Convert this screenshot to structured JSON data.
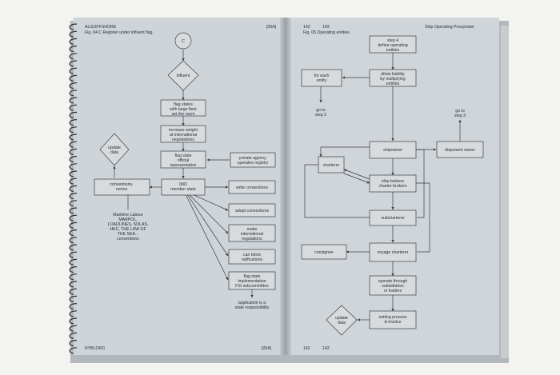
{
  "left_page": {
    "header_left_line1": "ALGOFFSHORE",
    "header_left_line2": "Fig. 04 C    Register under influent flag",
    "header_right": "[05A]",
    "footer_left": "RYBLORG",
    "footer_right": "[05A]",
    "nodes": {
      "c": "C",
      "influent": "influent",
      "flag_states_1": "flag states",
      "flag_states_2": "with large fleet",
      "flag_states_3": "set the norm",
      "increase_1": "increase weight",
      "increase_2": "at international",
      "increase_3": "negotiations",
      "flag_official_1": "flag state",
      "flag_official_2": "official",
      "flag_official_3": "representative",
      "private_1": "private agency",
      "private_2": "operates registry",
      "imo_1": "IMO",
      "imo_2": "member state",
      "conventions_1": "conventions,",
      "conventions_2": "norms",
      "update_1": "update",
      "update_2": "data",
      "maritime_1": "Maritime Labour",
      "maritime_2": "MARPOL,",
      "maritime_3": "LOADLINES, SOLAS,",
      "maritime_4": "HKC, THE LAW OF",
      "maritime_5": "THE SEA...",
      "maritime_6": "conventions",
      "write_conventions": "write conventions",
      "adopt_conventions": "adopt conventions",
      "make_1": "make",
      "make_2": "international",
      "make_3": "regulations",
      "block_1": "can block",
      "block_2": "ratifications",
      "fsi_1": "flag state",
      "fsi_2": "implementation",
      "fsi_3": "FSI subcommittee",
      "application_1": "application is a",
      "application_2": "state responsibility"
    }
  },
  "right_page": {
    "header_num1": "142",
    "header_num2": "143",
    "header_fig": "Fig. 05    Operating entities",
    "header_right": "Ship Operating Proxymizer",
    "footer_num1": "142",
    "footer_num2": "143",
    "nodes": {
      "step4_1": "step 4",
      "step4_2": "define operating",
      "step4_3": "entities",
      "dilute_1": "dilute liability",
      "dilute_2": "by multiplying",
      "dilute_3": "entities",
      "for_each_1": "for each",
      "for_each_2": "entity",
      "goto2_1": "go to",
      "goto2_2": "step 2",
      "goto3_1": "go to",
      "goto3_2": "step 3",
      "shipowner": "shipowner",
      "disponent": "disponent owner",
      "charterer": "charterer",
      "brokers_1": "ship brokers",
      "brokers_2": "charter brokers",
      "subcharterer": "subcharterer",
      "consignee": "consignee",
      "voyage": "voyage charterer",
      "operate_1": "operate through",
      "operate_2": "subsidiaries",
      "operate_3": "or traders",
      "update_1": "update",
      "update_2": "data",
      "setting_1": "setting process",
      "setting_2": "& invoice"
    }
  }
}
